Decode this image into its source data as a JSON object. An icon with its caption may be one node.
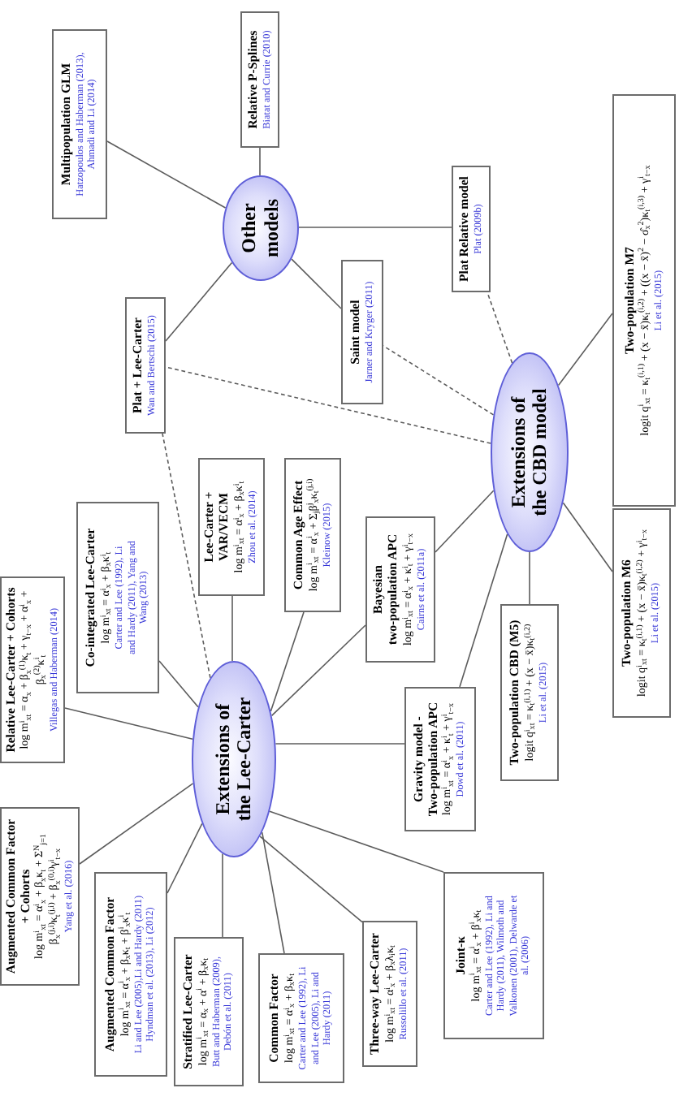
{
  "diagram": {
    "nodes": [
      {
        "text": [
          "Other models"
        ]
      },
      {
        "text": [
          "Multipopulation GLM",
          "Hatzopoulos and Haberman (2013), Ahmadi and Li (2014)"
        ]
      },
      {
        "text": [
          "Relative P-Splines",
          "Biatat and Currie (2010)"
        ]
      },
      {
        "text": [
          "Plat Relative model",
          "Plat (2009b)"
        ]
      },
      {
        "text": [
          "Saint model",
          "Jarner and Kryger (2011)"
        ]
      },
      {
        "text": [
          "Plat + Lee-Carter",
          "Wan and Bertschi (2015)"
        ]
      },
      {
        "text": [
          "Extensions of the Lee-Carter"
        ]
      },
      {
        "text": [
          "Relative Lee-Carter + Cohorts",
          "log m$^{i}$$_{xt}$ = α$_{x}$ + β$_{x}$$^{(1)}$κ$_{t}$ + γ$_{t−x}$ + α$^{i}$$_{x}$ + β$_{x}$$^{(2)}$κ$^{i}$$_{t}$",
          "Villegas and Haberman (2014)"
        ]
      },
      {
        "text": [
          "Co-integrated Lee-Carter",
          "log m$^{i}$$_{xt}$ = α$^{i}$$_{x}$ + β$_{x}$κ$^{i}$$_{t}$",
          "Carter and Lee (1992), Li and Hardy (2011), Yang and Wang (2013)"
        ]
      },
      {
        "text": [
          "Lee-Carter + VAR/VECM",
          "log m$^{i}$$_{xt}$ = α$^{i}$$_{x}$ + β$_{x}$κ$^{i}$$_{t}$",
          "Zhou et al. (2014)"
        ]
      },
      {
        "text": [
          "Common Age Effect",
          "log m$^{i}$$_{xt}$ = α$^{i}$$_{x}$ + Σ$_{j}$β$^{j}$$_{x}$κ$_{t}$$^{(j,i)}$",
          "Kleinow (2015)"
        ]
      },
      {
        "text": [
          "Bayesian two-population APC",
          "log m$^{i}$$_{xt}$ = α$^{i}$$_{x}$ + κ$^{i}$$_{t}$ + γ$^{i}$$_{t−x}$",
          "Cairns et al. (2011a)"
        ]
      },
      {
        "text": [
          "Gravity model - Two-population APC",
          "log m$^{i}$$_{xt}$ = α$^{i}$$_{x}$ + κ$^{i}$$_{t}$ + γ$^{i}$$_{t−x}$",
          "Dowd et al. (2011)"
        ]
      },
      {
        "text": [
          "Joint-κ",
          "log m$^{i}$$_{xt}$ = α$^{i}$$_{x}$ + β$^{i}$$_{x}$κ$_{t}$",
          "Carter and Lee (1992), Li and Hardy (2011), Wilmoth and Valkonen (2001), Delwarde et al. (2006)"
        ]
      },
      {
        "text": [
          "Three-way Lee-Carter",
          "log m$^{i}$$_{xt}$ = α$^{i}$$_{x}$ + β$_{x}$λ$_{i}$κ$_{t}$",
          "Russolillo et al. (2011)"
        ]
      },
      {
        "text": [
          "Common Factor",
          "log m$^{i}$$_{xt}$ = α$^{i}$$_{x}$ + β$_{x}$κ$_{t}$",
          "Carter and Lee (1992), Li and Lee (2005), Li and Hardy (2011)"
        ]
      },
      {
        "text": [
          "Stratified Lee-Carter",
          "log m$^{i}$$_{xt}$ = α$_{x}$ + α$^{i}$ + β$_{x}$κ$_{t}$",
          "Butt and Haberman (2009), Debón et al. (2011)"
        ]
      },
      {
        "text": [
          "Augmented Common Factor",
          "log m$^{i}$$_{xt}$ = α$^{i}$$_{x}$ + β$_{x}$κ$_{t}$ + β$^{i}$$_{x}$κ$^{i}$$_{t}$",
          "Li and Lee (2005),Li and Hardy (2011) Hyndman et al. (2013), Li (2012)"
        ]
      },
      {
        "text": [
          "Augmented Common Factor + Cohorts",
          "log m$^{i}$$_{xt}$ = α$^{i}$$_{x}$ + β$_{x}$κ$_{t}$ + Σ$^{N}$$_{j=1}$ β$_{x}$$^{(j,i)}$κ$_{t}$$^{(j,i)}$ + β$_{x}$$^{(0,i)}$γ$^{i}$$_{t−x}$",
          "Yang et al. (2016)"
        ]
      },
      {
        "text": [
          "Extensions of the CBD model"
        ]
      },
      {
        "text": [
          "Two-population CBD (M5)",
          "logit q$^{i}$$_{xt}$ = κ$_{t}$$^{(i,1)}$ + (x − x̄)κ$_{t}$$^{(i,2)}$",
          "Li et al. (2015)"
        ]
      },
      {
        "text": [
          "Two-population M6",
          "logit q$^{i}$$_{xt}$ = κ$_{t}$$^{(i,1)}$ + (x − x̄)κ$_{t}$$^{(i,2)}$ + γ$^{i}$$_{t−x}$",
          "Li et al. (2015)"
        ]
      },
      {
        "text": [
          "Two-population M7",
          "logit q$^{i}$$_{xt}$ = κ$_{t}$$^{(i,1)}$ + (x − x̄)κ$_{t}$$^{(i,2)}$ + ((x − x̄)$^{2}$ − σ̂$_{x}$$^{2}$)κ$_{t}$$^{(i,3)}$ + γ$^{i}$$_{t−x}$",
          "Li et al. (2015)"
        ]
      }
    ],
    "edges": [
      {
        "from": 0,
        "to": 1,
        "arrow": "none"
      },
      {
        "from": 0,
        "to": 2,
        "arrow": "none"
      },
      {
        "from": 0,
        "to": 3,
        "arrow": "none"
      },
      {
        "from": 0,
        "to": 4,
        "arrow": "none"
      },
      {
        "from": 0,
        "to": 5,
        "arrow": "none"
      },
      {
        "from": 6,
        "to": 5,
        "arrow": "none",
        "style": "dashed"
      },
      {
        "from": 19,
        "to": 5,
        "arrow": "none",
        "style": "dashed"
      },
      {
        "from": 19,
        "to": 4,
        "arrow": "none",
        "style": "dashed"
      },
      {
        "from": 19,
        "to": 3,
        "arrow": "none",
        "style": "dashed"
      },
      {
        "from": 6,
        "to": 7,
        "arrow": "none"
      },
      {
        "from": 6,
        "to": 8,
        "arrow": "none"
      },
      {
        "from": 6,
        "to": 9,
        "arrow": "none"
      },
      {
        "from": 6,
        "to": 10,
        "arrow": "none"
      },
      {
        "from": 6,
        "to": 11,
        "arrow": "none"
      },
      {
        "from": 6,
        "to": 12,
        "arrow": "none"
      },
      {
        "from": 6,
        "to": 13,
        "arrow": "none"
      },
      {
        "from": 6,
        "to": 14,
        "arrow": "none"
      },
      {
        "from": 6,
        "to": 15,
        "arrow": "none"
      },
      {
        "from": 6,
        "to": 16,
        "arrow": "none"
      },
      {
        "from": 6,
        "to": 17,
        "arrow": "none"
      },
      {
        "from": 6,
        "to": 18,
        "arrow": "none"
      },
      {
        "from": 19,
        "to": 11,
        "arrow": "none"
      },
      {
        "from": 19,
        "to": 12,
        "arrow": "none"
      },
      {
        "from": 19,
        "to": 20,
        "arrow": "none"
      },
      {
        "from": 19,
        "to": 21,
        "arrow": "none"
      },
      {
        "from": 19,
        "to": 22,
        "arrow": "none"
      }
    ]
  }
}
